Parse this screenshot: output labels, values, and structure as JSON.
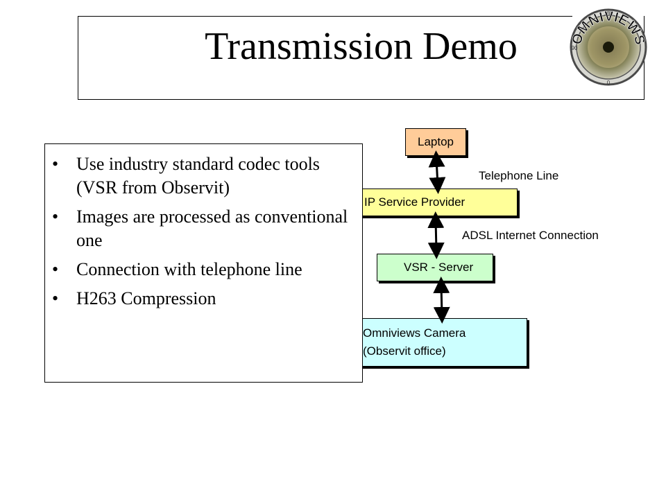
{
  "slide": {
    "title": "Transmission Demo",
    "bullets": [
      "Use industry standard codec tools (VSR from Observit)",
      "Images are processed as conventional one",
      "Connection with telephone line",
      "H263 Compression"
    ],
    "bullet_glyph": "•"
  },
  "logo": {
    "text": "OMNIVIEWS",
    "scale_marks": [
      "180",
      "90",
      "0"
    ]
  },
  "diagram": {
    "nodes": {
      "laptop": {
        "label": "Laptop",
        "fill": "#ffcc99"
      },
      "isp": {
        "label": "IP Service Provider",
        "fill": "#ffff99"
      },
      "vsr": {
        "label": "VSR - Server",
        "fill": "#ccffcc"
      },
      "camera": {
        "line1": "Omniviews Camera",
        "line2": "(Observit office)",
        "fill": "#ccffff"
      }
    },
    "connections": {
      "telephone": "Telephone Line",
      "adsl": "ADSL Internet Connection"
    }
  }
}
